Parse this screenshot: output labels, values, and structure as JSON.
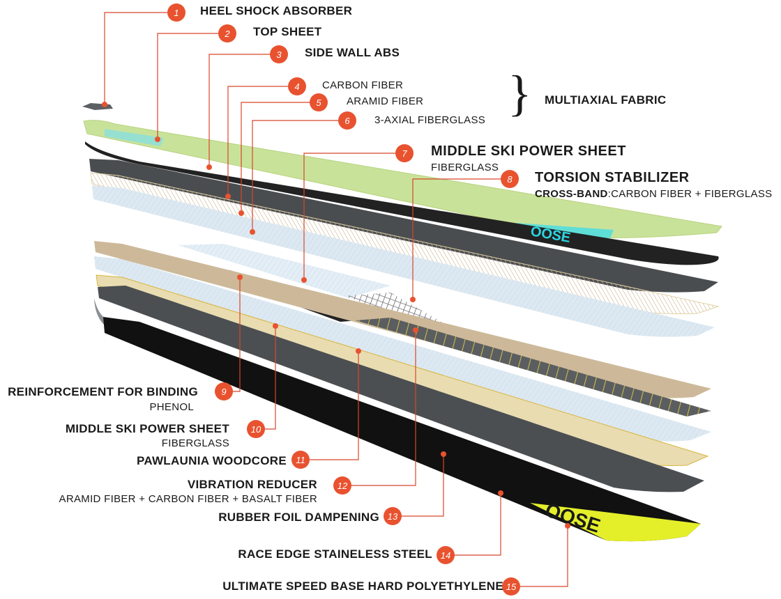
{
  "colors": {
    "callout": "#e8522f",
    "line": "#d8462a",
    "top_sheet": "#c9e29a",
    "dark_layer": "#4a4d50",
    "fiber_light": "#dde9f2",
    "wood": "#cdb99a",
    "base": "#111111",
    "base_accent": "#e4ef2a"
  },
  "callouts": [
    {
      "num": "1",
      "title": "HEEL SHOCK ABSORBER",
      "sub": ""
    },
    {
      "num": "2",
      "title": "TOP SHEET",
      "sub": ""
    },
    {
      "num": "3",
      "title": "SIDE WALL ABS",
      "sub": ""
    },
    {
      "num": "4",
      "title": "",
      "sub": "CARBON FIBER"
    },
    {
      "num": "5",
      "title": "",
      "sub": "ARAMID FIBER"
    },
    {
      "num": "6",
      "title": "",
      "sub": "3-AXIAL FIBERGLASS"
    },
    {
      "num": "7",
      "title": "MIDDLE SKI POWER SHEET",
      "sub": "FIBERGLASS"
    },
    {
      "num": "8",
      "title": "TORSION STABILIZER",
      "sub_bold": "CROSS-BAND",
      "sub": ":CARBON FIBER + FIBERGLASS"
    },
    {
      "num": "9",
      "title": "REINFORCEMENT FOR BINDING",
      "sub": "PHENOL"
    },
    {
      "num": "10",
      "title": "MIDDLE SKI POWER SHEET",
      "sub": "FIBERGLASS"
    },
    {
      "num": "11",
      "title": "PAWLAUNIA WOODCORE",
      "sub": ""
    },
    {
      "num": "12",
      "title": "VIBRATION REDUCER",
      "sub": "ARAMID FIBER + CARBON FIBER + BASALT FIBER"
    },
    {
      "num": "13",
      "title": "RUBBER  FOIL DAMPENING",
      "sub": ""
    },
    {
      "num": "14",
      "title": "RACE EDGE STAINELESS STEEL",
      "sub": ""
    },
    {
      "num": "15",
      "title": "ULTIMATE SPEED BASE HARD POLYETHYLENE",
      "sub": ""
    }
  ],
  "group_label": "MULTIAXIAL FABRIC",
  "brace": "}",
  "ski_print": "OOSE"
}
